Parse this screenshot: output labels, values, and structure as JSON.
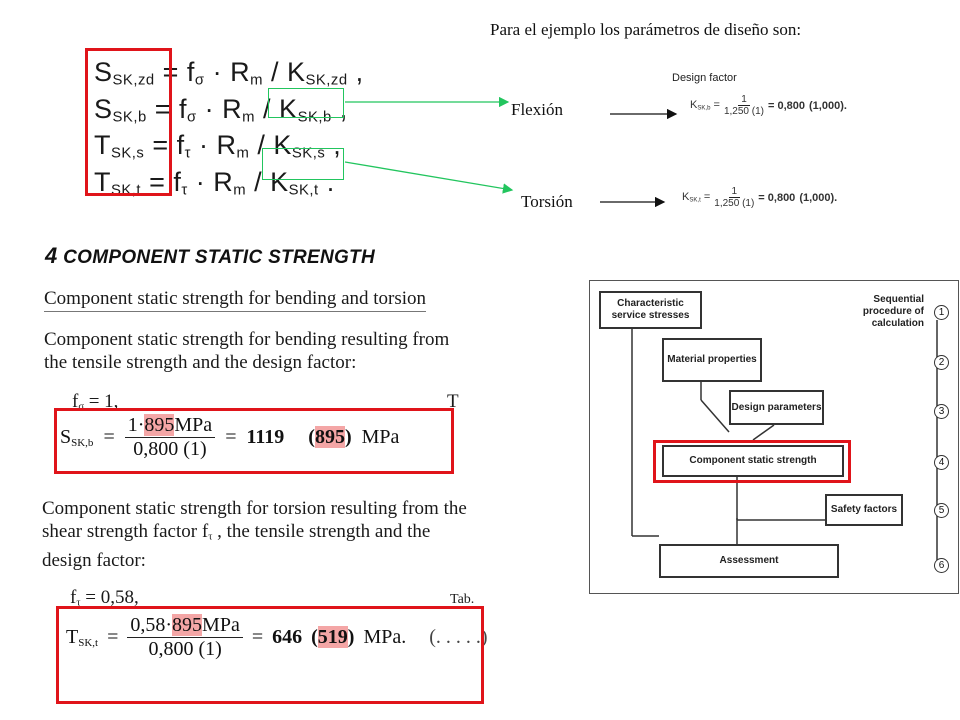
{
  "header": {
    "text": "Para el ejemplo los parámetros de diseño son:"
  },
  "formulas": {
    "line1": {
      "lhs": "S",
      "lhs_sub": "SK,zd",
      "eq": " = f",
      "f_sub": "σ",
      "mid": " · R",
      "m_sub": "m",
      "div": " / K",
      "k_sub": "SK,zd",
      "end": " ,"
    },
    "line2": {
      "lhs": "S",
      "lhs_sub": "SK,b",
      "eq": " = f",
      "f_sub": "σ",
      "mid": " · R",
      "m_sub": "m",
      "div": " / ",
      "k": "K",
      "k_sub": "SK,b",
      "end": " ,"
    },
    "line3": {
      "lhs": "T",
      "lhs_sub": "SK,s",
      "eq": " = f",
      "f_sub": "τ",
      "mid": " · R",
      "m_sub": "m",
      "div": " / K",
      "k_sub": "SK,s",
      "end": " ,"
    },
    "line4": {
      "lhs": "T",
      "lhs_sub": "SK,t",
      "eq": " = f",
      "f_sub": "τ",
      "mid": " · R",
      "m_sub": "m",
      "div": " / ",
      "k": "K",
      "k_sub": "SK,t",
      "end": " ."
    }
  },
  "labels": {
    "flexion": "Flexión",
    "torsion": "Torsión"
  },
  "design_factor": {
    "title": "Design factor",
    "eq1": {
      "lhs": "K",
      "lhs_sub": "SK,b",
      "num": "1",
      "den": "1,250 (1)",
      "result": "= 0,800",
      "alt": "(1,000)."
    },
    "eq2": {
      "lhs": "K",
      "lhs_sub": "SK,t",
      "num": "1",
      "den": "1,250 (1)",
      "result": "= 0,800",
      "alt": "(1,000)."
    }
  },
  "section": {
    "number": "4",
    "title": "COMPONENT STATIC STRENGTH",
    "subtitle": "Component static strength for bending and torsion",
    "bending_text_1": "Component static strength for bending resulting from",
    "bending_text_2": "the tensile strength and the design factor:",
    "f_sigma": "f",
    "f_sigma_sub": "σ",
    "f_sigma_val": " = 1,",
    "trailing_t": "T",
    "eq_b": {
      "lhs": "S",
      "lhs_sub": "SK,b",
      "eq": "=",
      "num_pre": "1·",
      "num_hl": "895",
      "num_post": "MPa",
      "den": "0,800 (1)",
      "eq2": "=",
      "result": "1119",
      "alt_open": "(",
      "alt_hl": "895",
      "alt_close": ")",
      "unit": "MPa"
    },
    "torsion_text_1": "Component static strength for torsion resulting from the",
    "torsion_text_2": "shear strength factor f",
    "torsion_text_2_sub": "τ",
    "torsion_text_2_end": " , the tensile strength and the",
    "torsion_text_3": "design factor:",
    "f_tau": "f",
    "f_tau_sub": "τ",
    "f_tau_val": " = 0,58,",
    "trailing_tab": "Tab.",
    "eq_t": {
      "lhs": "T",
      "lhs_sub": "SK,t",
      "eq": "=",
      "num_pre": "0,58·",
      "num_hl": "895",
      "num_post": "MPa",
      "den": "0,800 (1)",
      "eq2": "=",
      "result": "646",
      "alt_open": "(",
      "alt_hl": "519",
      "alt_close": ")",
      "unit": "MPa.",
      "trailing": "(. . . . .)"
    }
  },
  "flowchart": {
    "box1": "Characteristic service stresses",
    "box2": "Material properties",
    "box3": "Design parameters",
    "box4": "Component static strength",
    "box5": "Safety factors",
    "box6": "Assessment",
    "side_label": "Sequential procedure of calculation",
    "steps": [
      "1",
      "2",
      "3",
      "4",
      "5",
      "6"
    ]
  },
  "colors": {
    "highlight_box": "#e0141a",
    "connector": "#22c55e",
    "highlight_fill": "#f4a6a6"
  }
}
